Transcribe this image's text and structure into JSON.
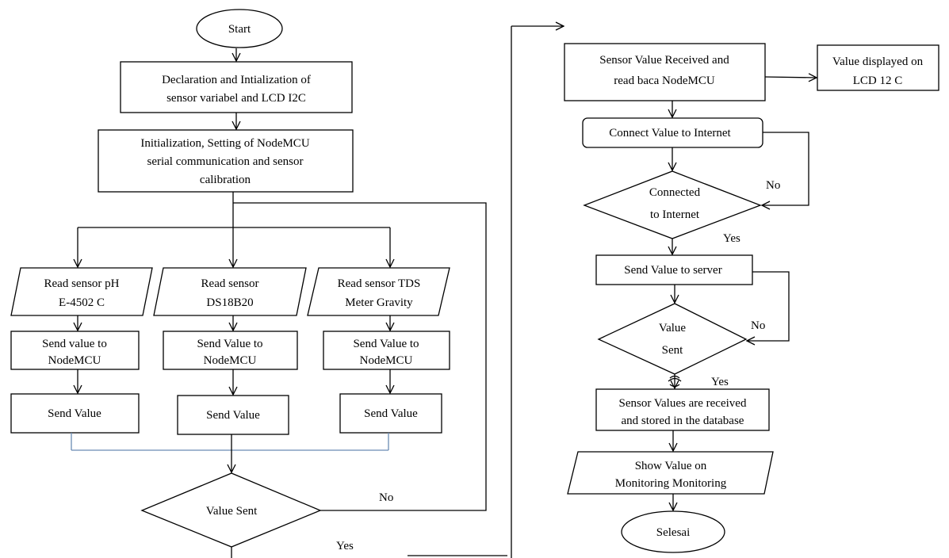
{
  "nodes": {
    "start": "Start",
    "declaration": [
      "Declaration and  Intialization of",
      "sensor variabel and LCD I2C"
    ],
    "initialization": [
      "Initialization, Setting of  NodeMCU",
      "serial communication  and  sensor",
      "calibration"
    ],
    "read_ph": [
      "Read sensor pH",
      "E-4502 C"
    ],
    "read_ds": [
      "Read sensor",
      "DS18B20"
    ],
    "read_tds": [
      "Read  sensor TDS",
      "Meter Gravity"
    ],
    "send_nodemcu_1": [
      "Send value to",
      "NodeMCU"
    ],
    "send_nodemcu_2": [
      "Send Value to",
      "NodeMCU"
    ],
    "send_nodemcu_3": [
      "Send Value to",
      "NodeMCU"
    ],
    "send_value_1": "Send Value",
    "send_value_2": "Send Value",
    "send_value_3": "Send Value",
    "value_sent_left": "Value  Sent",
    "received": [
      "Sensor Value Received and",
      "read baca NodeMCU"
    ],
    "lcd_display": [
      "Value displayed on",
      "LCD 12 C"
    ],
    "connect": "Connect Value   to Internet",
    "connected": [
      "Connected",
      "to Internet"
    ],
    "send_server": "Send Value  to server",
    "value_sent_right": [
      "Value",
      "Sent"
    ],
    "stored": [
      "Sensor Values are received",
      "and stored in the  database"
    ],
    "show_value": [
      "Show Value on",
      "Monitoring Monitoring"
    ],
    "end": "Selesai"
  },
  "labels": {
    "no_left": "No",
    "yes_left": "Yes",
    "no_connected": "No",
    "yes_connected": "Yes",
    "no_value_sent": "No",
    "yes_value_sent": "Yes"
  }
}
